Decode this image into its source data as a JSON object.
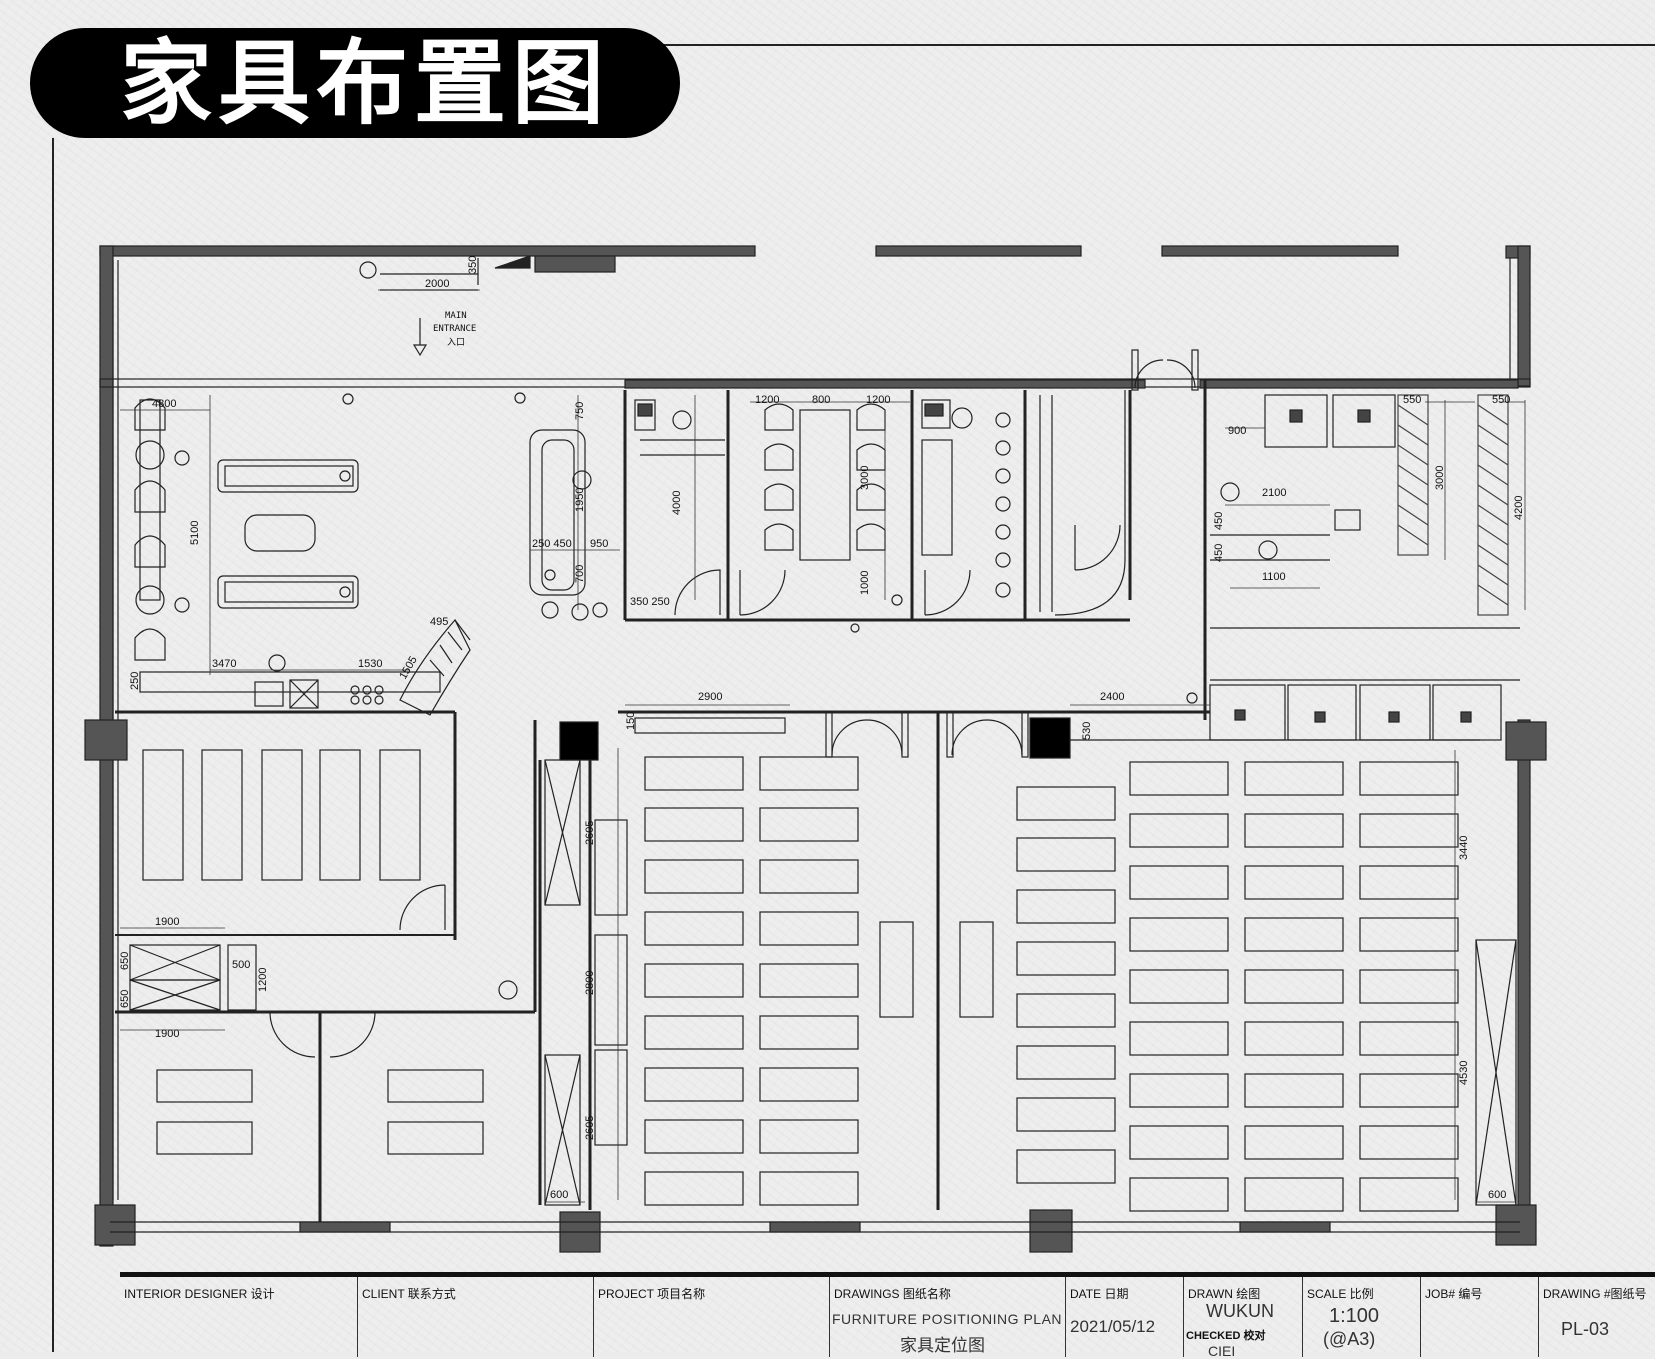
{
  "header": {
    "title": "家具布置图"
  },
  "entrance": {
    "line1": "MAIN",
    "line2": "ENTRANCE",
    "line3": "入口"
  },
  "dimensions": {
    "d350_top": "350",
    "d2000": "2000",
    "d4800": "4800",
    "d5100": "5100",
    "d3470": "3470",
    "d1530": "1530",
    "d1505": "1505",
    "d495": "495",
    "d250_left": "250",
    "d750": "750",
    "d1950": "1950",
    "d250_450": "250 450",
    "d950": "950",
    "d700": "700",
    "d350_250": "350 250",
    "d4000": "4000",
    "d1200": "1200",
    "d800": "800",
    "d1200b": "1200",
    "d3000": "3000",
    "d1000": "1000",
    "d550_a": "550",
    "d550_b": "550",
    "d900": "900",
    "d3000r": "3000",
    "d4200": "4200",
    "d2100": "2100",
    "d450_a": "450",
    "d450_b": "450",
    "d1100": "1100",
    "d2900": "2900",
    "d150": "150",
    "d2400": "2400",
    "d530": "530",
    "d2605_a": "2605",
    "d2800": "2800",
    "d2605_b": "2605",
    "d600_a": "600",
    "d1900_a": "1900",
    "d650_a": "650",
    "d650_b": "650",
    "d1900_b": "1900",
    "d500": "500",
    "d1200c": "1200",
    "d3440": "3440",
    "d4530": "4530",
    "d600_b": "600"
  },
  "title_block": {
    "designer_label": "INTERIOR DESIGNER  设计",
    "client_label": "CLIENT   联系方式",
    "project_label": "PROJECT    项目名称",
    "drawings_label": "DRAWINGS    图纸名称",
    "drawings_en": "FURNITURE POSITIONING PLAN",
    "drawings_cn": "家具定位图",
    "date_label": "DATE   日期",
    "date_value": "2021/05/12",
    "drawn_label": "DRAWN    绘图",
    "drawn_value": "WUKUN",
    "checked_label": "CHECKED 校对",
    "checked_value": "CIEI",
    "scale_label": "SCALE  比例",
    "scale_value": "1:100",
    "scale_paper": "(@A3)",
    "job_label": "JOB#   编号",
    "drawing_no_label": "DRAWING #图纸号",
    "drawing_no_value": "PL-03"
  }
}
